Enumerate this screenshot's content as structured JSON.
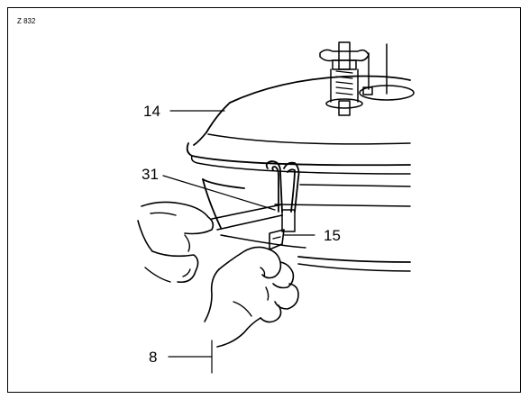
{
  "figure": {
    "id": "Z 832"
  },
  "callouts": {
    "lid": "14",
    "tool": "31",
    "clip": "15",
    "base": "8"
  },
  "colors": {
    "line": "#000000",
    "background": "#ffffff"
  }
}
